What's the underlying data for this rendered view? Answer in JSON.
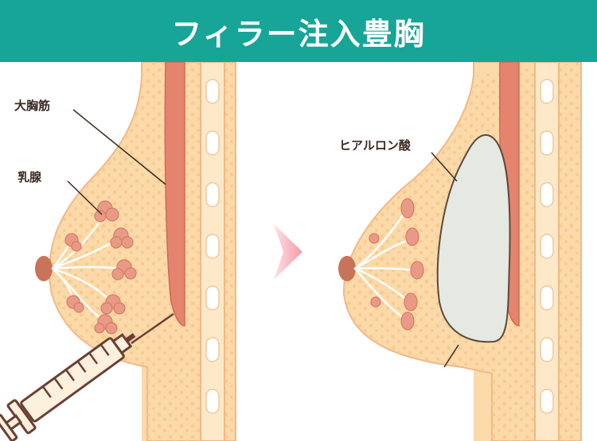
{
  "header": {
    "title": "フィラー注入豊胸"
  },
  "labels": {
    "pectoral_muscle": "大胸筋",
    "mammary_gland": "乳腺",
    "hyaluronic_acid": "ヒアルロン酸"
  },
  "colors": {
    "header_bg": "#16a596",
    "skin": "#fbd9a8",
    "fat_dots": "#f7c98d",
    "muscle": "#e5846e",
    "muscle_dark": "#cf6a55",
    "gland": "#e99a86",
    "gland_outline": "#d77a66",
    "nipple": "#c8735a",
    "rib_fill": "#fde9c8",
    "implant": "#e6e9e1",
    "arrow": "#f7a9b6",
    "syringe_outline": "#6b3f34",
    "syringe_fill": "#fdf0dc"
  },
  "icons": {
    "arrow": "chevron-right-icon",
    "syringe": "syringe-icon"
  }
}
